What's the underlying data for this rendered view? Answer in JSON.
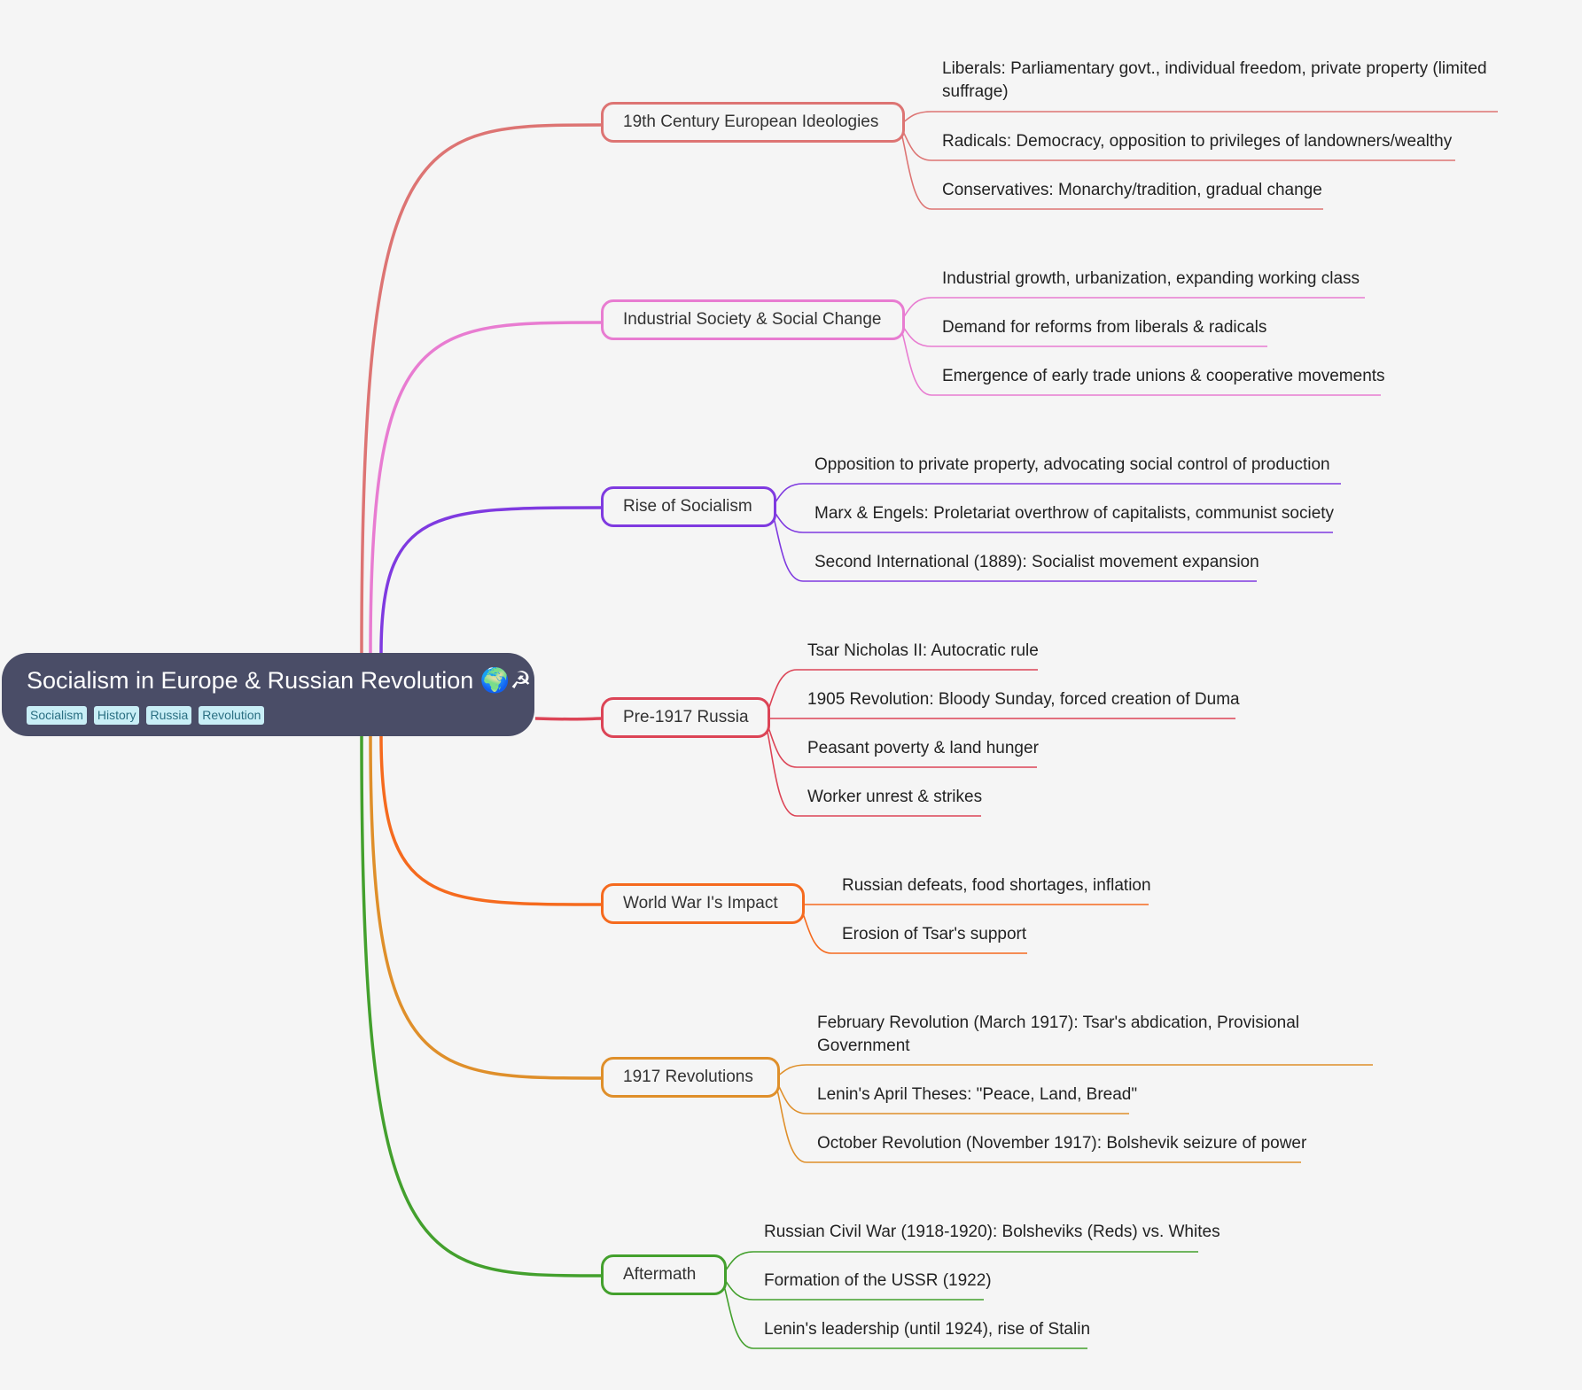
{
  "root": {
    "title": "Socialism in Europe & Russian Revolution",
    "emoji": "🌍☭",
    "tags": [
      "Socialism",
      "History",
      "Russia",
      "Revolution"
    ]
  },
  "branches": [
    {
      "label": "19th Century European Ideologies",
      "color": "#dd7473",
      "children": [
        "Liberals: Parliamentary govt., individual freedom, private property (limited suffrage)",
        "Radicals: Democracy, opposition to privileges of landowners/wealthy",
        "Conservatives: Monarchy/tradition, gradual change"
      ]
    },
    {
      "label": "Industrial Society & Social Change",
      "color": "#e87cd1",
      "children": [
        "Industrial growth, urbanization, expanding working class",
        "Demand for reforms from liberals & radicals",
        "Emergence of early trade unions & cooperative movements"
      ]
    },
    {
      "label": "Rise of Socialism",
      "color": "#7f3ae0",
      "children": [
        "Opposition to private property, advocating social control of production",
        "Marx & Engels: Proletariat overthrow of capitalists, communist society",
        "Second International (1889): Socialist movement expansion"
      ]
    },
    {
      "label": "Pre-1917 Russia",
      "color": "#dc4456",
      "children": [
        "Tsar Nicholas II: Autocratic rule",
        "1905 Revolution: Bloody Sunday, forced creation of Duma",
        "Peasant poverty & land hunger",
        "Worker unrest & strikes"
      ]
    },
    {
      "label": "World War I's Impact",
      "color": "#f56a1e",
      "children": [
        "Russian defeats, food shortages, inflation",
        "Erosion of Tsar's support"
      ]
    },
    {
      "label": "1917 Revolutions",
      "color": "#df8f2a",
      "children": [
        "February Revolution (March 1917): Tsar's abdication, Provisional Government",
        "Lenin's April Theses: \"Peace, Land, Bread\"",
        "October Revolution (November 1917): Bolshevik seizure of power"
      ]
    },
    {
      "label": "Aftermath",
      "color": "#43a02d",
      "children": [
        "Russian Civil War (1918-1920): Bolsheviks (Reds) vs. Whites",
        "Formation of the USSR (1922)",
        "Lenin's leadership (until 1924), rise of Stalin"
      ]
    }
  ]
}
